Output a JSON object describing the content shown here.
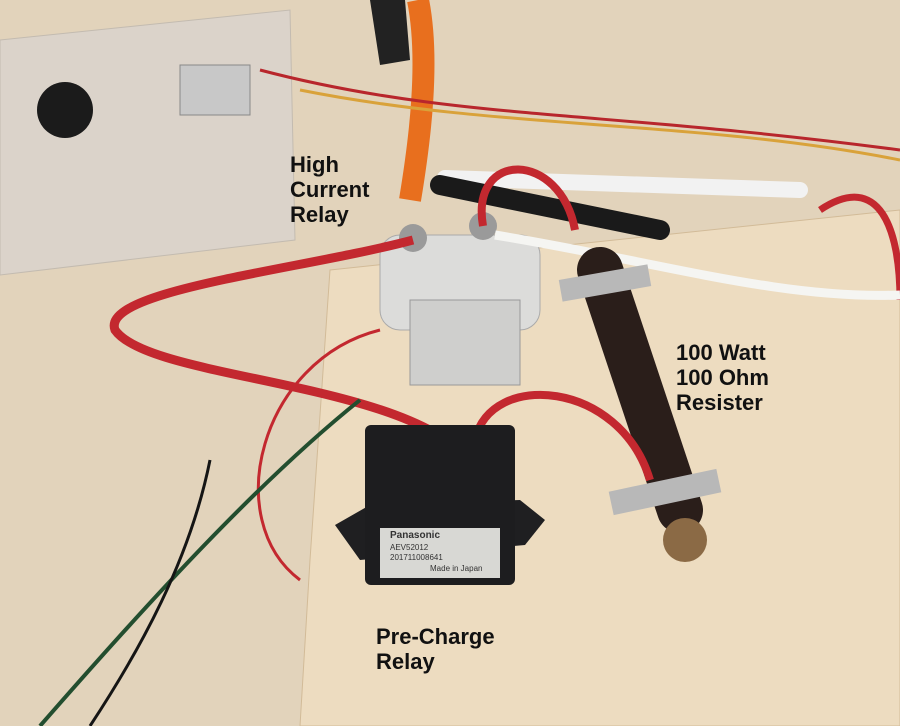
{
  "annotations": {
    "high_current_relay": [
      "High",
      "Current",
      "Relay"
    ],
    "resistor": [
      "100 Watt",
      "100 Ohm",
      "Resister"
    ],
    "pre_charge_relay": [
      "Pre-Charge",
      "Relay"
    ]
  },
  "precharge_relay_label": {
    "brand": "Panasonic",
    "model": "AEV52012",
    "serial": "201711008641",
    "origin": "Made in Japan"
  },
  "colors": {
    "table": "#e4d6bf",
    "plywood": "#ecdcc0",
    "red_wire": "#c3282f",
    "relay_body": "#d9d9d6",
    "precharge_body": "#1d1d1f",
    "resistor_body": "#2a1e1a"
  }
}
